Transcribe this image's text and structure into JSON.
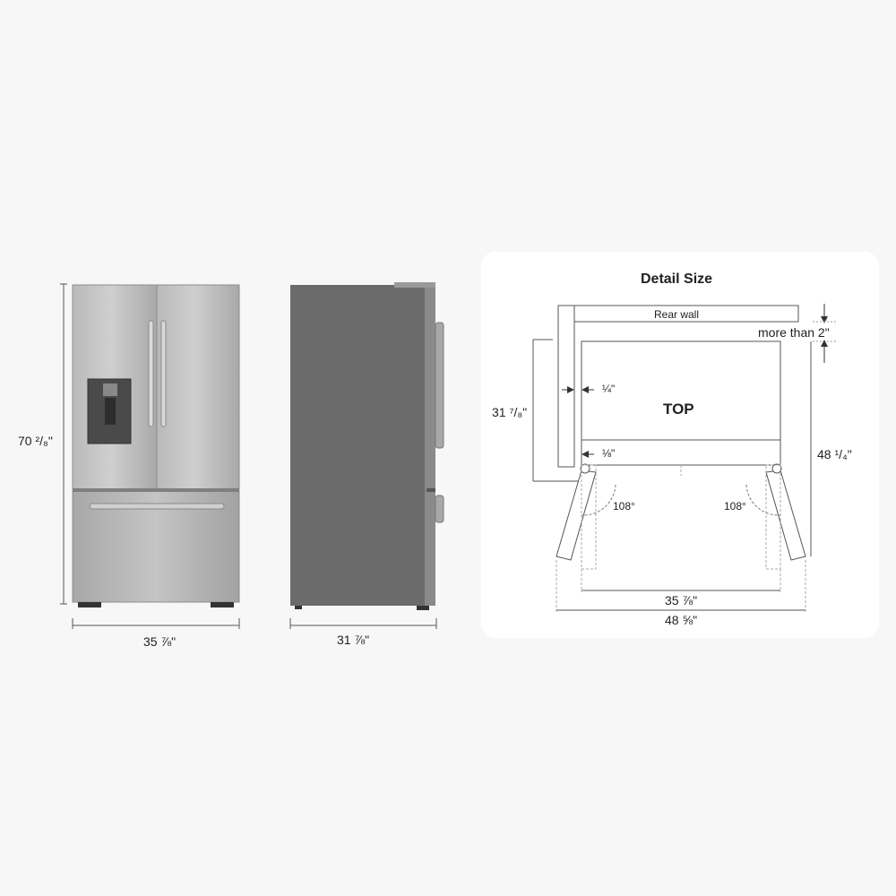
{
  "front_view": {
    "height_label": "70 ²/₈\"",
    "width_label": "35 ⅞\""
  },
  "side_view": {
    "depth_label": "31 ⅞\""
  },
  "detail": {
    "title": "Detail Size",
    "rear_wall_label": "Rear wall",
    "clearance_label": "more than 2\"",
    "top_label": "TOP",
    "gap_side_label": "¼\"",
    "gap_front_label": "⅛\"",
    "depth_label": "31 ⁷/₈\"",
    "depth_open_label": "48 ¹/₄\"",
    "angle_left_label": "108°",
    "angle_right_label": "108°",
    "width_label": "35 ⅞\"",
    "width_open_label": "48 ⅝\""
  }
}
